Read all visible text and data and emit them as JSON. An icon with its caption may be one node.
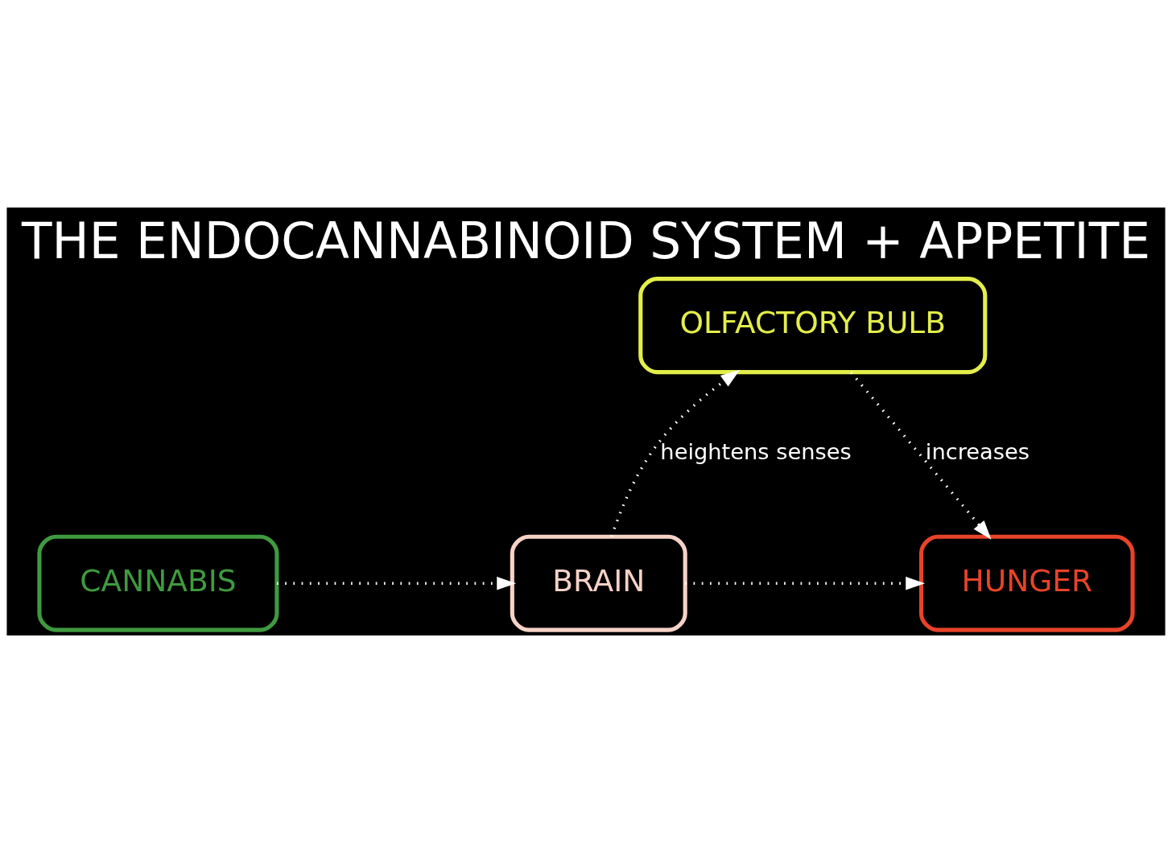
{
  "diagram": {
    "title": "THE ENDOCANNABINOID SYSTEM + APPETITE",
    "nodes": [
      {
        "text": [
          "OLFACTORY BULB"
        ]
      },
      {
        "text": [
          "CANNABIS"
        ]
      },
      {
        "text": [
          "BRAIN"
        ]
      },
      {
        "text": [
          "HUNGER"
        ]
      }
    ],
    "edges": [
      {
        "from": 1,
        "to": 2,
        "arrow": "to"
      },
      {
        "from": 2,
        "to": 3,
        "arrow": "to"
      },
      {
        "from": 2,
        "to": 0,
        "arrow": "to",
        "label": "heightens senses"
      },
      {
        "from": 0,
        "to": 3,
        "arrow": "to",
        "label": "increases"
      }
    ]
  }
}
